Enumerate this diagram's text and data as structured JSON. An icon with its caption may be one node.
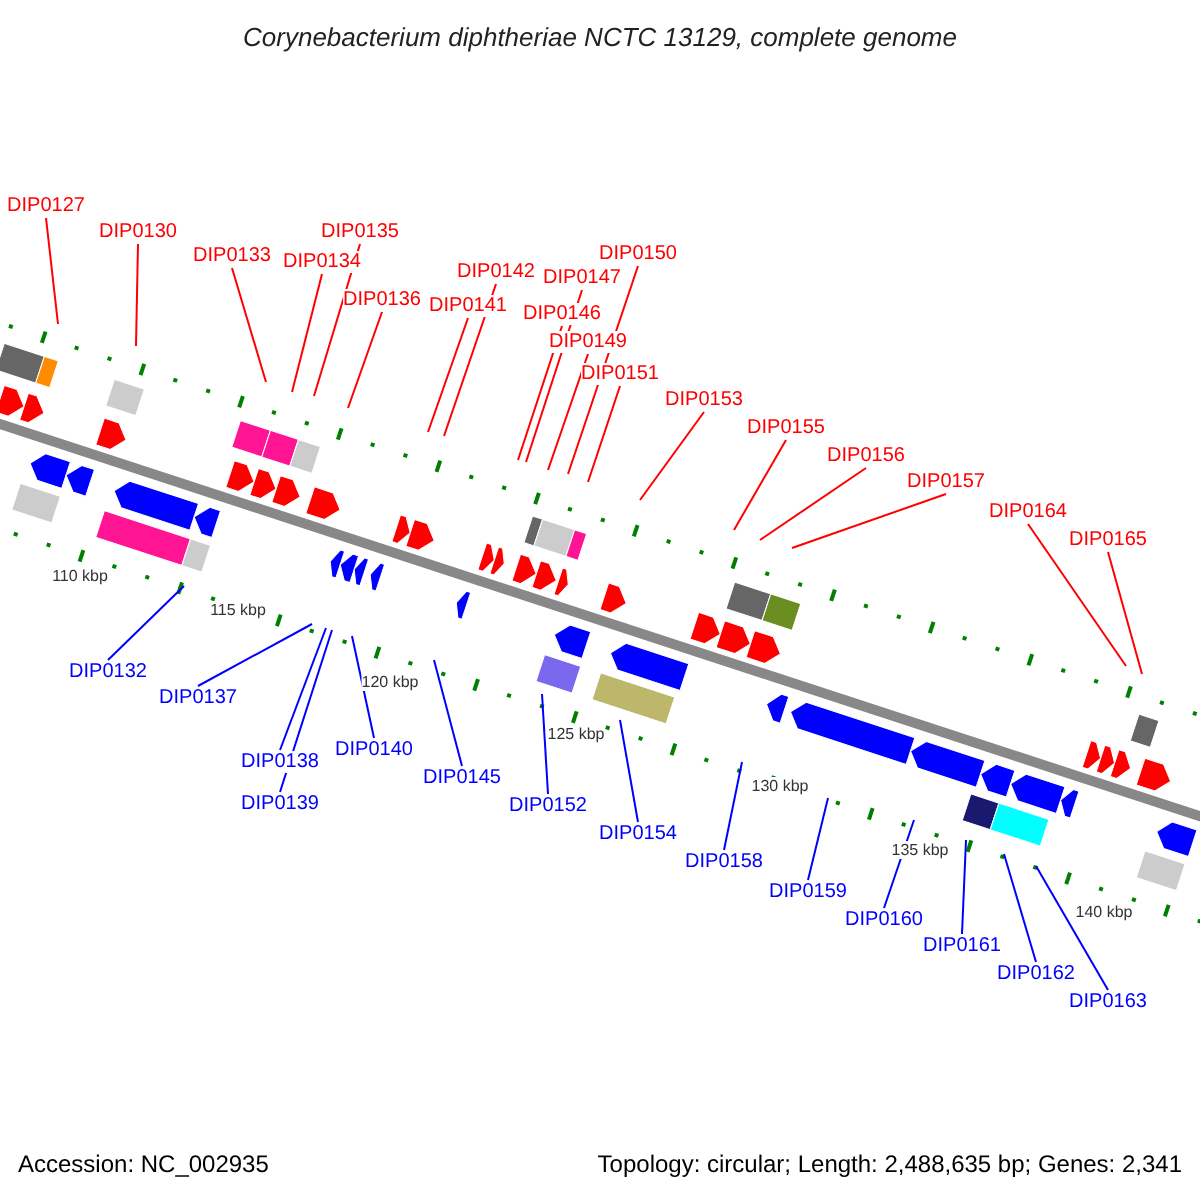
{
  "diagram": {
    "title": "Corynebacterium diphtheriae NCTC 13129, complete genome",
    "nodes": [
      {
        "text": [
          "DIP0127"
        ]
      },
      {
        "text": [
          "DIP0130"
        ]
      },
      {
        "text": [
          "DIP0133"
        ]
      },
      {
        "text": [
          "DIP0134"
        ]
      },
      {
        "text": [
          "DIP0135"
        ]
      },
      {
        "text": [
          "DIP0136"
        ]
      },
      {
        "text": [
          "DIP0141"
        ]
      },
      {
        "text": [
          "DIP0142"
        ]
      },
      {
        "text": [
          "DIP0146"
        ]
      },
      {
        "text": [
          "DIP0147"
        ]
      },
      {
        "text": [
          "DIP0149"
        ]
      },
      {
        "text": [
          "DIP0150"
        ]
      },
      {
        "text": [
          "DIP0151"
        ]
      },
      {
        "text": [
          "DIP0153"
        ]
      },
      {
        "text": [
          "DIP0155"
        ]
      },
      {
        "text": [
          "DIP0156"
        ]
      },
      {
        "text": [
          "DIP0157"
        ]
      },
      {
        "text": [
          "DIP0164"
        ]
      },
      {
        "text": [
          "DIP0165"
        ]
      },
      {
        "text": [
          "DIP0132"
        ]
      },
      {
        "text": [
          "DIP0137"
        ]
      },
      {
        "text": [
          "DIP0138"
        ]
      },
      {
        "text": [
          "DIP0139"
        ]
      },
      {
        "text": [
          "DIP0140"
        ]
      },
      {
        "text": [
          "DIP0145"
        ]
      },
      {
        "text": [
          "DIP0152"
        ]
      },
      {
        "text": [
          "DIP0154"
        ]
      },
      {
        "text": [
          "DIP0158"
        ]
      },
      {
        "text": [
          "DIP0159"
        ]
      },
      {
        "text": [
          "DIP0160"
        ]
      },
      {
        "text": [
          "DIP0161"
        ]
      },
      {
        "text": [
          "DIP0162"
        ]
      },
      {
        "text": [
          "DIP0163"
        ]
      }
    ],
    "edges": [
      {
        "from": 0,
        "to": null,
        "arrow": "none",
        "color": "#ff0000"
      },
      {
        "from": 1,
        "to": null,
        "arrow": "none",
        "color": "#ff0000"
      },
      {
        "from": 2,
        "to": null,
        "arrow": "none",
        "color": "#ff0000"
      },
      {
        "from": 3,
        "to": null,
        "arrow": "none",
        "color": "#ff0000"
      },
      {
        "from": 4,
        "to": null,
        "arrow": "none",
        "color": "#ff0000"
      },
      {
        "from": 5,
        "to": null,
        "arrow": "none",
        "color": "#ff0000"
      },
      {
        "from": 6,
        "to": null,
        "arrow": "none",
        "color": "#ff0000"
      },
      {
        "from": 7,
        "to": null,
        "arrow": "none",
        "color": "#ff0000"
      },
      {
        "from": 8,
        "to": null,
        "arrow": "none",
        "color": "#ff0000"
      },
      {
        "from": 9,
        "to": null,
        "arrow": "none",
        "color": "#ff0000"
      },
      {
        "from": 10,
        "to": null,
        "arrow": "none",
        "color": "#ff0000"
      },
      {
        "from": 11,
        "to": null,
        "arrow": "none",
        "color": "#ff0000"
      },
      {
        "from": 12,
        "to": null,
        "arrow": "none",
        "color": "#ff0000"
      },
      {
        "from": 13,
        "to": null,
        "arrow": "none",
        "color": "#ff0000"
      },
      {
        "from": 14,
        "to": null,
        "arrow": "none",
        "color": "#ff0000"
      },
      {
        "from": 15,
        "to": null,
        "arrow": "none",
        "color": "#ff0000"
      },
      {
        "from": 16,
        "to": null,
        "arrow": "none",
        "color": "#ff0000"
      },
      {
        "from": 17,
        "to": null,
        "arrow": "none",
        "color": "#ff0000"
      },
      {
        "from": 18,
        "to": null,
        "arrow": "none",
        "color": "#ff0000"
      },
      {
        "from": 19,
        "to": null,
        "arrow": "none",
        "color": "#0000ff"
      },
      {
        "from": 20,
        "to": null,
        "arrow": "none",
        "color": "#0000ff"
      },
      {
        "from": 21,
        "to": null,
        "arrow": "none",
        "color": "#0000ff"
      },
      {
        "from": 22,
        "to": null,
        "arrow": "none",
        "color": "#0000ff"
      },
      {
        "from": 23,
        "to": null,
        "arrow": "none",
        "color": "#0000ff"
      },
      {
        "from": 24,
        "to": null,
        "arrow": "none",
        "color": "#0000ff"
      },
      {
        "from": 25,
        "to": null,
        "arrow": "none",
        "color": "#0000ff"
      },
      {
        "from": 26,
        "to": null,
        "arrow": "none",
        "color": "#0000ff"
      },
      {
        "from": 27,
        "to": null,
        "arrow": "none",
        "color": "#0000ff"
      },
      {
        "from": 28,
        "to": null,
        "arrow": "none",
        "color": "#0000ff"
      },
      {
        "from": 29,
        "to": null,
        "arrow": "none",
        "color": "#0000ff"
      },
      {
        "from": 30,
        "to": null,
        "arrow": "none",
        "color": "#0000ff"
      },
      {
        "from": 31,
        "to": null,
        "arrow": "none",
        "color": "#0000ff"
      },
      {
        "from": 32,
        "to": null,
        "arrow": "none",
        "color": "#0000ff"
      }
    ],
    "labels": [
      "110 kbp",
      "115 kbp",
      "120 kbp",
      "125 kbp",
      "130 kbp",
      "135 kbp",
      "140 kbp",
      "Accession: NC_002935",
      "Topology: circular; Length: 2,488,635 bp; Genes: 2,341"
    ]
  }
}
